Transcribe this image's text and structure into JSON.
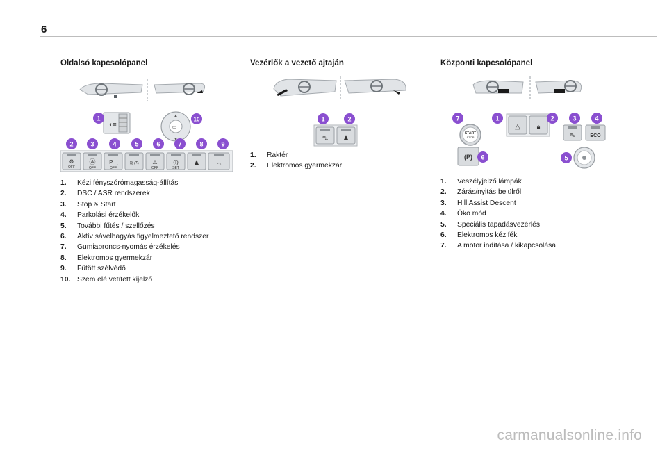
{
  "page": {
    "number": "6"
  },
  "left": {
    "title": "Oldalsó kapcsolópanel",
    "badges": [
      "1",
      "10",
      "2",
      "3",
      "4",
      "5",
      "6",
      "7",
      "8",
      "9"
    ],
    "button_labels": [
      "OFF",
      "OFF",
      "OFF",
      "OFF",
      "SET"
    ],
    "items": [
      {
        "num": "1.",
        "text": "Kézi fényszórómagasság-állítás"
      },
      {
        "num": "2.",
        "text": "DSC / ASR rendszerek"
      },
      {
        "num": "3.",
        "text": "Stop & Start"
      },
      {
        "num": "4.",
        "text": "Parkolási érzékelők"
      },
      {
        "num": "5.",
        "text": "További fűtés / szellőzés"
      },
      {
        "num": "6.",
        "text": "Aktív sávelhagyás figyelmeztető rendszer"
      },
      {
        "num": "7.",
        "text": "Gumiabroncs-nyomás érzékelés"
      },
      {
        "num": "8.",
        "text": "Elektromos gyermekzár"
      },
      {
        "num": "9.",
        "text": "Fűtött szélvédő"
      },
      {
        "num": "10.",
        "text": "Szem elé vetített kijelző"
      }
    ]
  },
  "middle": {
    "title": "Vezérlők a vezető ajtaján",
    "badges": [
      "1",
      "2"
    ],
    "items": [
      {
        "num": "1.",
        "text": "Raktér"
      },
      {
        "num": "2.",
        "text": "Elektromos gyermekzár"
      }
    ]
  },
  "right": {
    "title": "Központi kapcsolópanel",
    "badges": [
      "7",
      "1",
      "2",
      "3",
      "4",
      "6",
      "5"
    ],
    "button_labels": {
      "start": "START",
      "stop": "STOP",
      "parking": "(P)",
      "eco": "ECO"
    },
    "items": [
      {
        "num": "1.",
        "text": "Veszélyjelző lámpák"
      },
      {
        "num": "2.",
        "text": "Zárás/nyitás belülről"
      },
      {
        "num": "3.",
        "text": "Hill Assist Descent"
      },
      {
        "num": "4.",
        "text": "Öko mód"
      },
      {
        "num": "5.",
        "text": "Speciális tapadásvezérlés"
      },
      {
        "num": "6.",
        "text": "Elektromos kézifék"
      },
      {
        "num": "7.",
        "text": "A motor indítása / kikapcsolása"
      }
    ]
  },
  "watermark": "carmanualsonline.info",
  "colors": {
    "badge": "#8a4fd0",
    "button_bg": "#d9dcdf",
    "button_border": "#9a9fa4",
    "text": "#1a1a1a"
  }
}
